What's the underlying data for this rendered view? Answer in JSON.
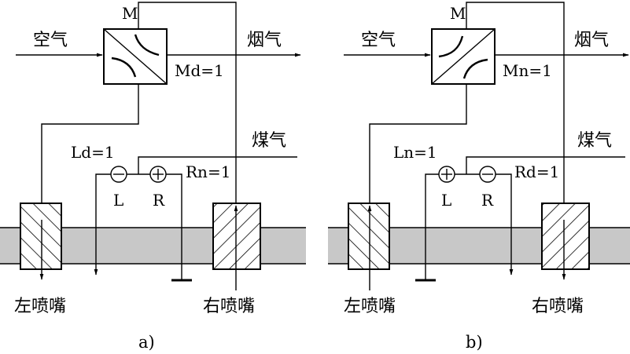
{
  "panels": [
    {
      "id": "a",
      "caption": "a)",
      "valve_label": "M",
      "air_label": "空气",
      "flue_label": "烟气",
      "gas_label": "煤气",
      "valve_state": "Md=1",
      "left_state": "Ld=1",
      "right_state": "Rn=1",
      "left_valve_label": "L",
      "right_valve_label": "R",
      "left_valve_sign": "−",
      "right_valve_sign": "+",
      "left_nozzle_label": "左喷嘴",
      "right_nozzle_label": "右喷嘴"
    },
    {
      "id": "b",
      "caption": "b)",
      "valve_label": "M",
      "air_label": "空气",
      "flue_label": "烟气",
      "gas_label": "煤气",
      "valve_state": "Mn=1",
      "left_state": "Ln=1",
      "right_state": "Rd=1",
      "left_valve_label": "L",
      "right_valve_label": "R",
      "left_valve_sign": "+",
      "right_valve_sign": "−",
      "left_nozzle_label": "左喷嘴",
      "right_nozzle_label": "右喷嘴"
    }
  ],
  "colors": {
    "line": "#000000",
    "furnace_wall": "#c8c8c8"
  }
}
